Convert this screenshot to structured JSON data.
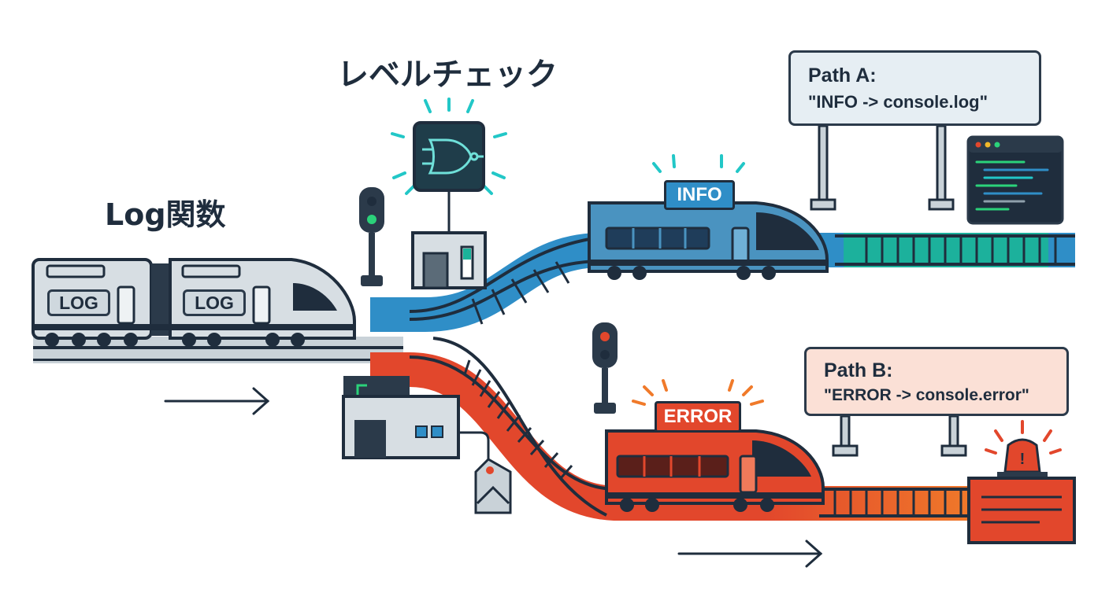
{
  "labels": {
    "log_function": "Log関数",
    "level_check": "レベルチェック"
  },
  "train_log": {
    "car_1_label": "LOG",
    "car_2_label": "LOG"
  },
  "path_a": {
    "title": "Path A:",
    "body": "\"INFO -> console.log\""
  },
  "path_b": {
    "title": "Path B:",
    "body": "\"ERROR -> console.error\""
  },
  "badges": {
    "info": "INFO",
    "error": "ERROR"
  },
  "colors": {
    "info_blue": "#2f8ec7",
    "info_teal": "#1bb39a",
    "error_red": "#e2472c",
    "error_orange": "#f07a2a",
    "outline": "#1f2d3d",
    "gray_track": "#c9d2d8",
    "glow_teal": "#22c7c7"
  },
  "icons": [
    "logic-gate-icon",
    "traffic-light-icon",
    "console-window-icon",
    "alarm-light-icon",
    "track-switch-lever-icon"
  ]
}
